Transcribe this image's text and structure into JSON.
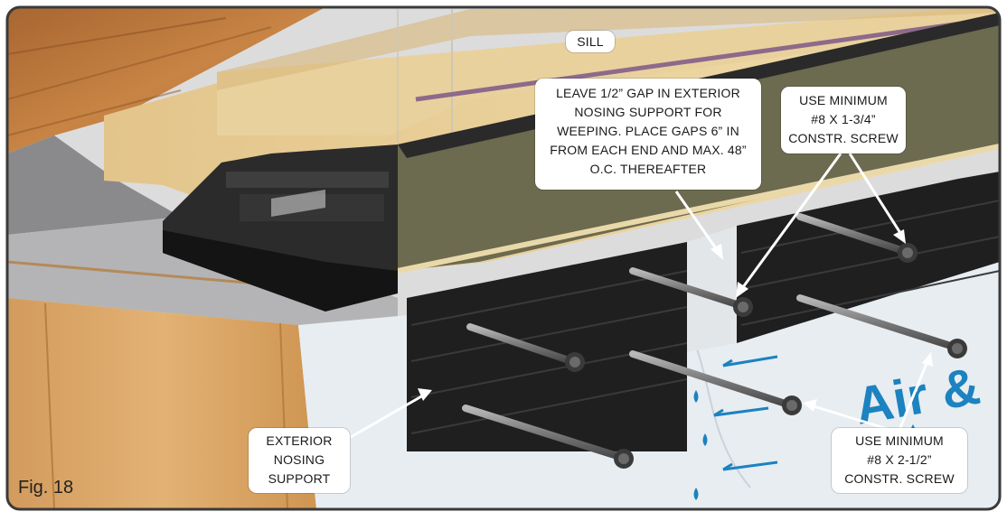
{
  "figure": {
    "label": "Fig. 18"
  },
  "labels": {
    "sill": "SILL",
    "gap_note": [
      "LEAVE 1/2” GAP IN EXTERIOR",
      "NOSING SUPPORT FOR",
      "WEEPING. PLACE GAPS 6” IN",
      "FROM EACH END AND MAX. 48”",
      "O.C. THEREAFTER"
    ],
    "screw_top_note": [
      "USE MINIMUM",
      "#8 X 1-3/4”",
      "CONSTR. SCREW"
    ],
    "exterior_nosing": [
      "EXTERIOR",
      "NOSING",
      "SUPPORT"
    ],
    "screw_bottom_note": [
      "USE MINIMUM",
      "#8 X 2-1/2”",
      "CONSTR. SCREW"
    ],
    "wrap_text": "Air &"
  },
  "colors": {
    "frame_border": "#3a3a3a",
    "wood_floor": "#b9773a",
    "sill_wood": "#e8cf98",
    "sill_dark_face": "#6e6a4e",
    "nosing_black": "#1e1e1e",
    "wall_wood": "#d9a868",
    "flashing_grey": "#a9a9ab",
    "house_wrap": "#e9eef2",
    "wrap_blue": "#1c82c0",
    "screw_grey": "#8c8c8c"
  }
}
